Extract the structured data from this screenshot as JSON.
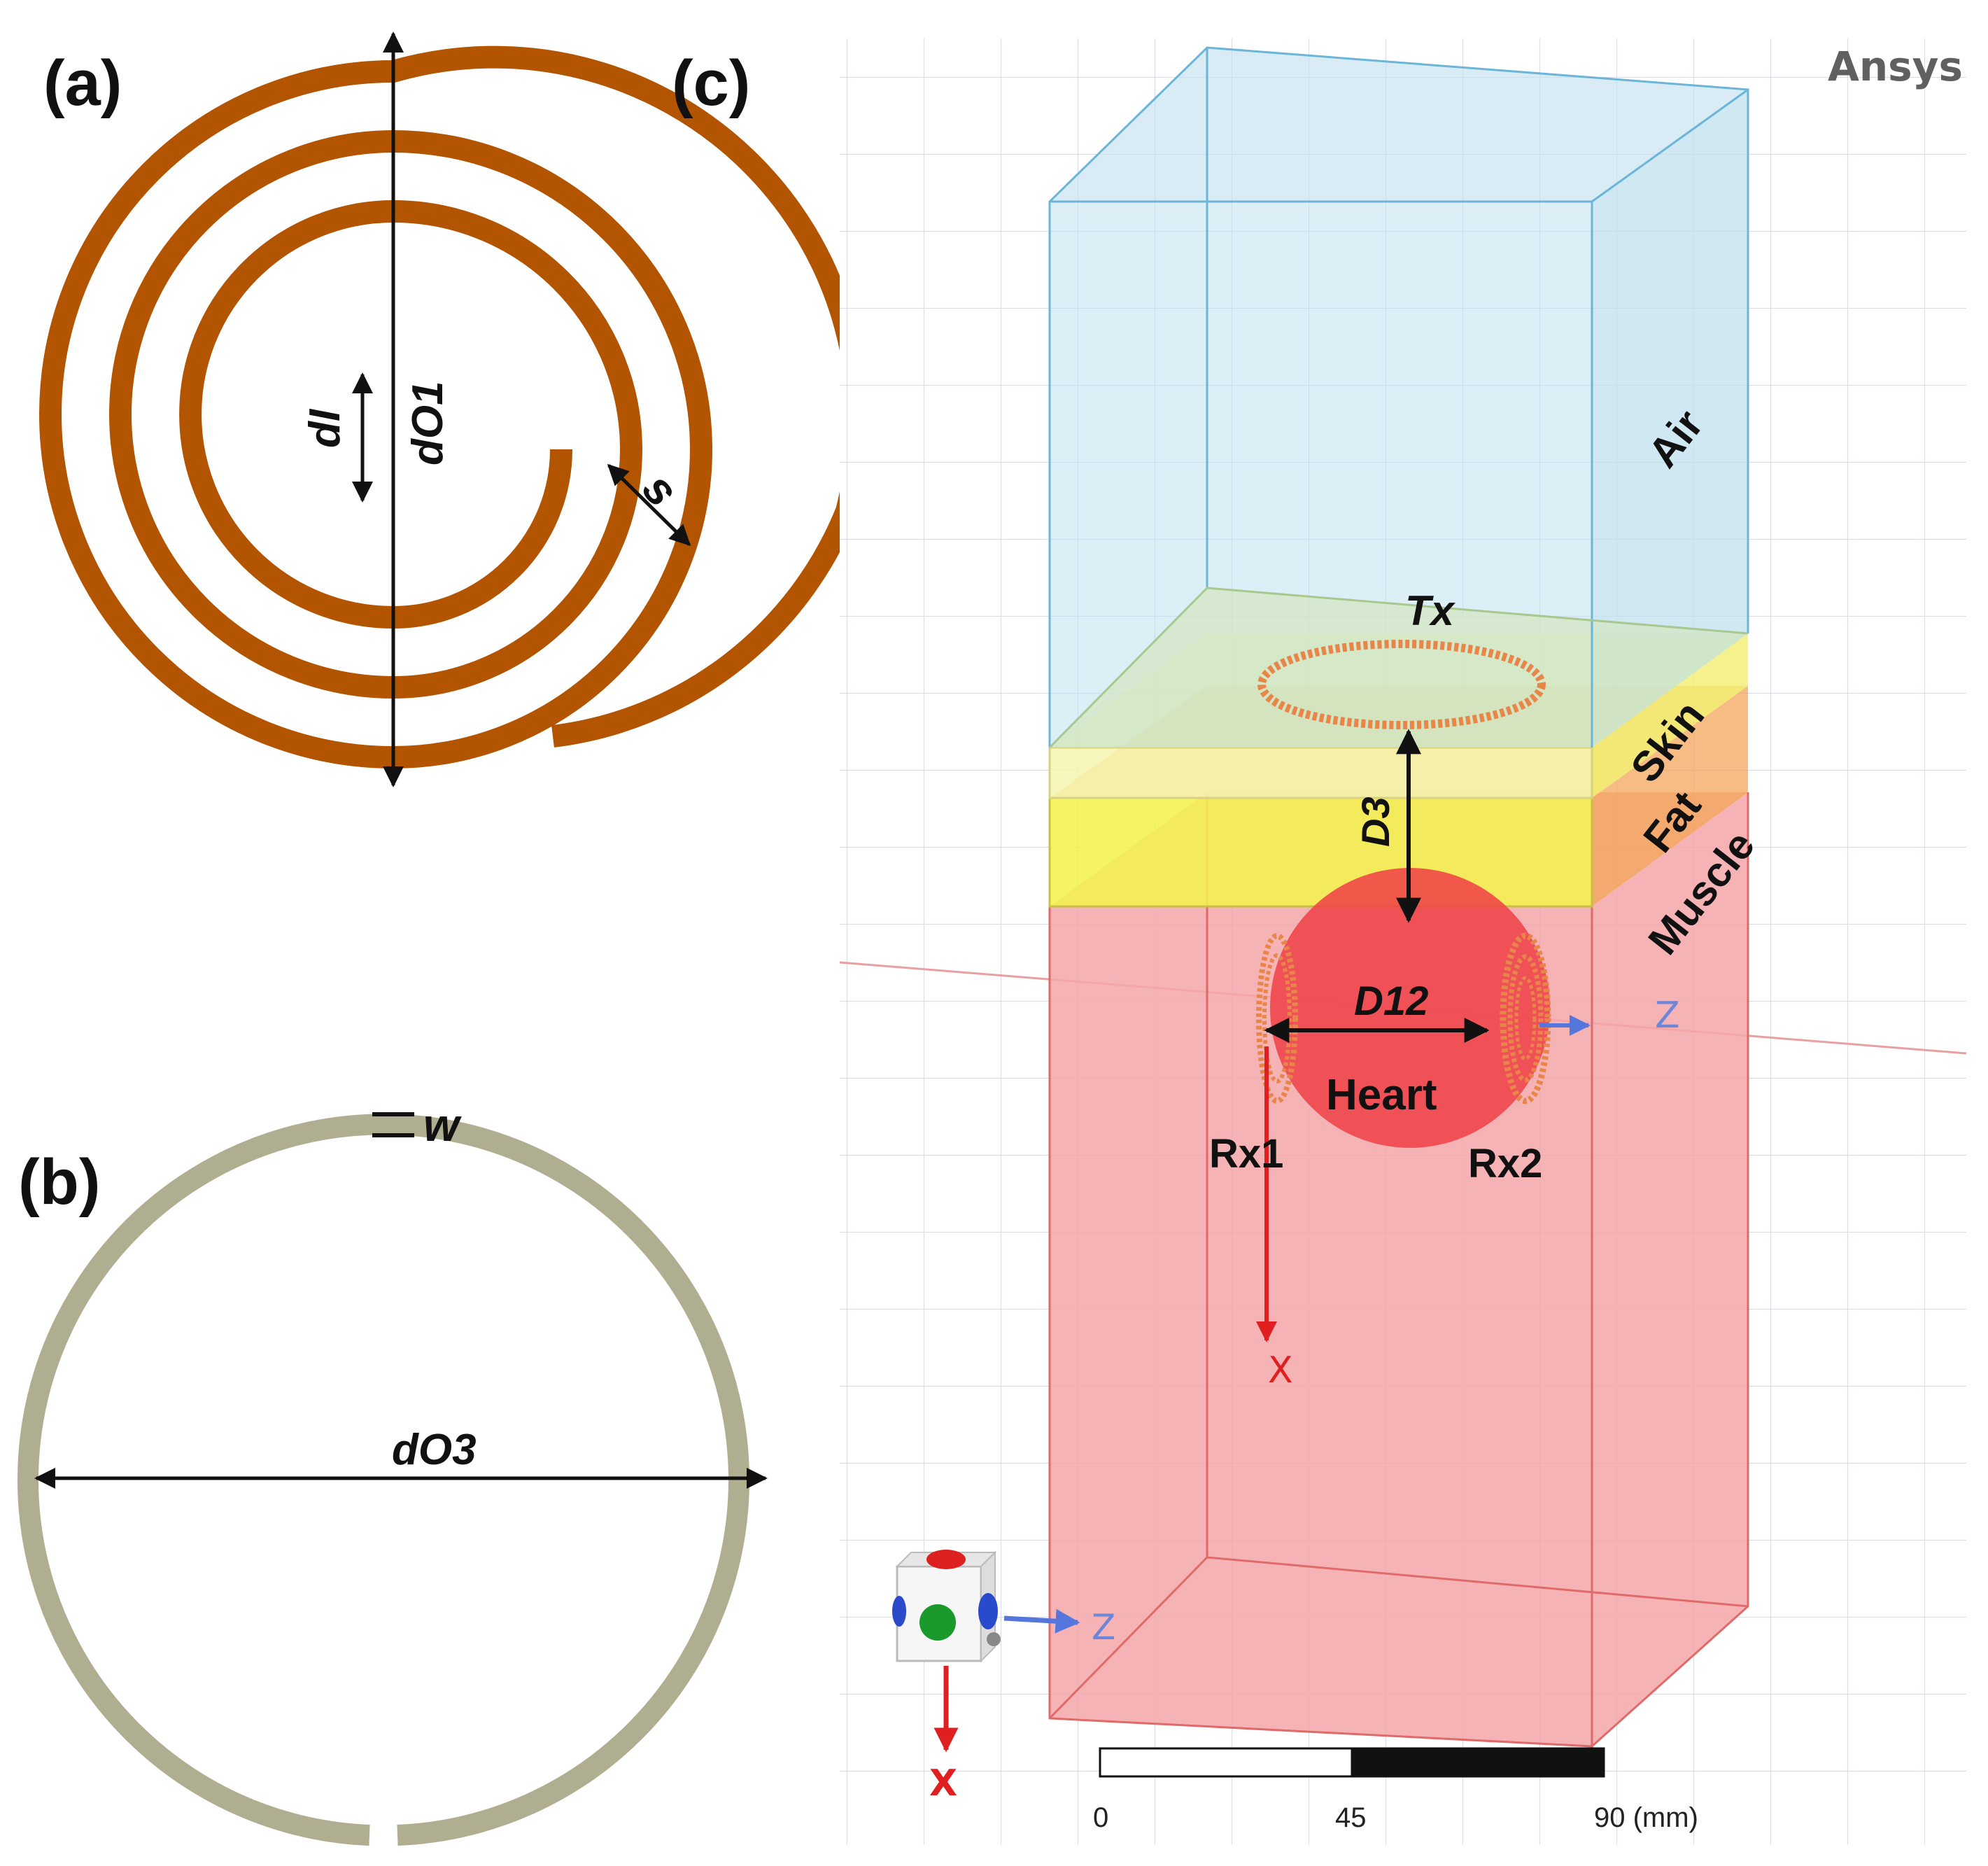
{
  "panels": {
    "a": {
      "label": "(a)",
      "dims": {
        "dI": "dI",
        "dO1": "dO1",
        "s": "s"
      }
    },
    "b": {
      "label": "(b)",
      "dims": {
        "w": "w",
        "dO3": "dO3"
      }
    },
    "c": {
      "label": "(c)",
      "brand": "Ansys",
      "layers": [
        "Air",
        "Skin",
        "Fat",
        "Muscle"
      ],
      "organ": "Heart",
      "coils": {
        "tx": "Tx",
        "rx1": "Rx1",
        "rx2": "Rx2"
      },
      "distances": {
        "d3": "D3",
        "d12": "D12"
      },
      "axes": {
        "z": "Z",
        "x": "X"
      },
      "scale_bar": {
        "ticks": [
          "0",
          "45",
          "90 (mm)"
        ]
      }
    }
  },
  "colors": {
    "spiral": "#B25400",
    "ring": "#B0AE90",
    "air": "#BFE0EE",
    "skin": "#F6F4B0",
    "fat": "#F2F24A",
    "muscle": "#F4A6A8",
    "heart": "#EE3F47",
    "coil": "#E8864A",
    "axis_x": "#E02020",
    "axis_z": "#5577DD"
  }
}
